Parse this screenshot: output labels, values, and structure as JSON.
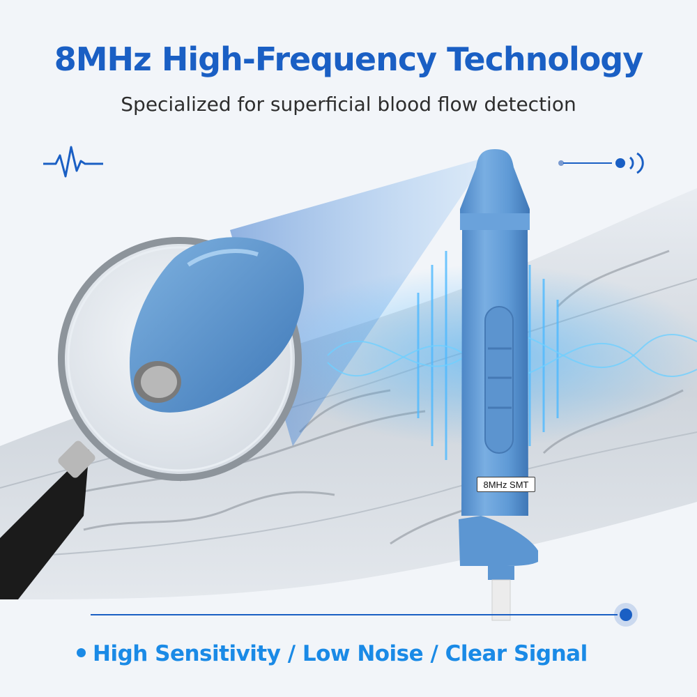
{
  "headline": "8MHz High-Frequency Technology",
  "subheadline": "Specialized for superficial blood flow detection",
  "probe_label": "8MHz SMT",
  "tagline": "High Sensitivity / Low Noise / Clear Signal",
  "icons": {
    "left": "heartbeat-pulse-icon",
    "right": "signal-wave-icon"
  },
  "colors": {
    "headline": "#1a5fc4",
    "accent": "#1a8ae6",
    "probe": "#5f9ad6"
  }
}
